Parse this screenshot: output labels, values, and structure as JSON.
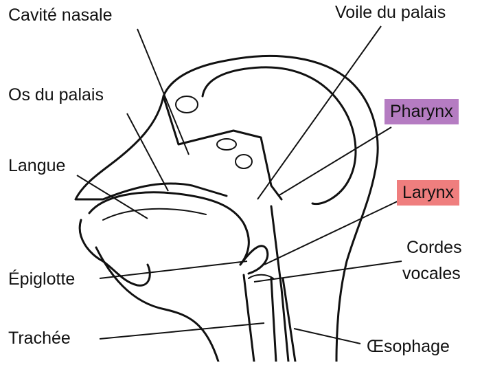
{
  "labels": {
    "cavite_nasale": "Cavité nasale",
    "voile_du_palais": "Voile du palais",
    "os_du_palais": "Os du palais",
    "pharynx": "Pharynx",
    "langue": "Langue",
    "larynx": "Larynx",
    "cordes_vocales_line1": "Cordes",
    "cordes_vocales_line2": "vocales",
    "epiglotte": "Épiglotte",
    "trachee": "Trachée",
    "oesophage": "Œsophage"
  },
  "colors": {
    "pharynx_highlight": "#b57cc2",
    "larynx_highlight": "#ef7e7e",
    "ink": "#111111",
    "background": "#ffffff"
  }
}
